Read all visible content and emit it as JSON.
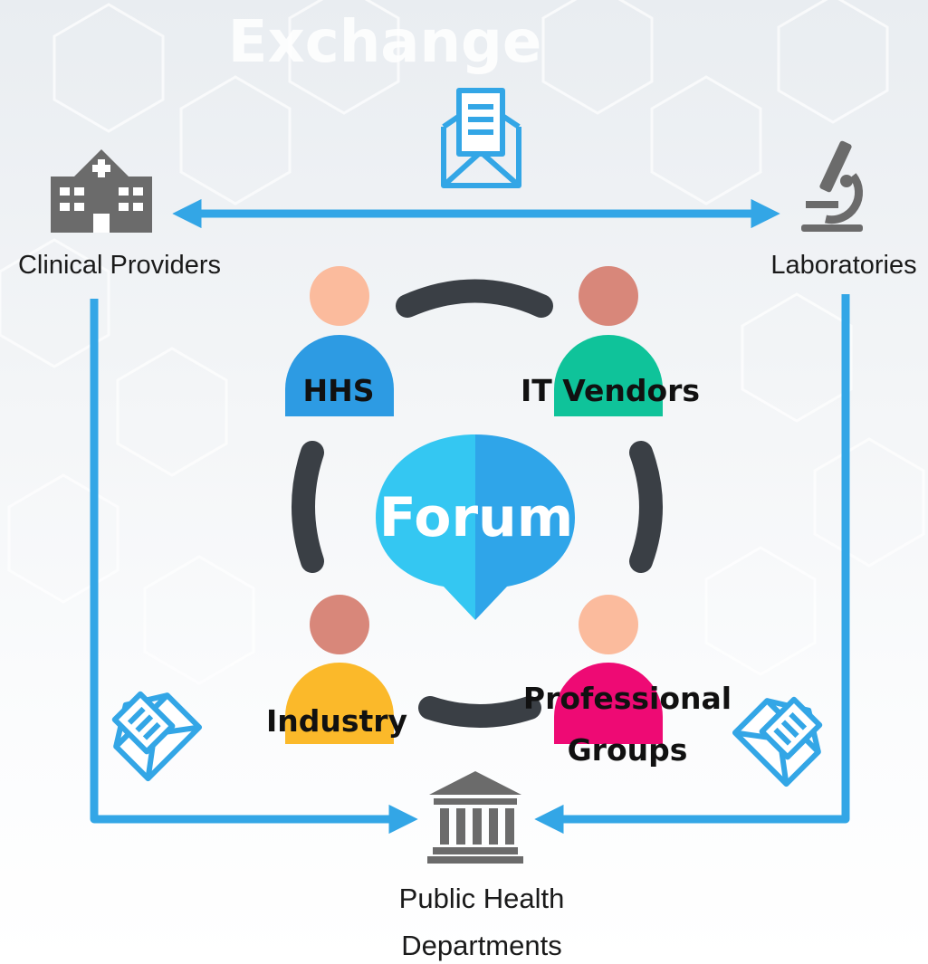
{
  "title": "Exchange",
  "center": {
    "label": "Forum"
  },
  "nodes": {
    "clinical": "Clinical Providers",
    "labs": "Laboratories",
    "public_health": [
      "Public Health",
      "Departments"
    ]
  },
  "participants": {
    "hhs": "HHS",
    "it_vendors": "IT Vendors",
    "industry": "Industry",
    "professional": [
      "Professional",
      "Groups"
    ]
  },
  "colors": {
    "arrow": "#33a6e6",
    "icon_gray": "#6b6b6b",
    "ring": "#3a3f45",
    "bubble": "#34c7f2",
    "bubble_dark": "#2fa5e9",
    "hhs_body": "#2d9be3",
    "it_body": "#0fc39a",
    "industry_body": "#fbb92a",
    "prof_body": "#ee0a74",
    "head_light": "#fbbb9d",
    "head_dark": "#d8877a"
  }
}
